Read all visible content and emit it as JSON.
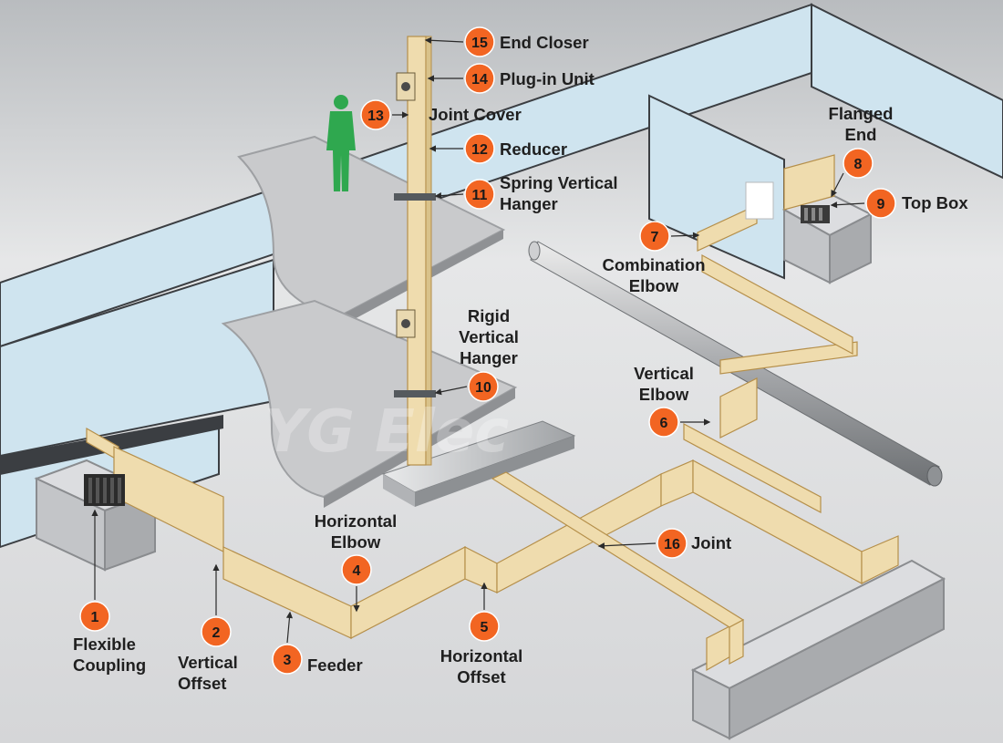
{
  "colors": {
    "background": "#d9dadc",
    "wall": "#cfe4ef",
    "wall_edge": "#3b3e42",
    "floor_slab": "#c9cacc",
    "busway": "#efdcae",
    "busway_edge": "#b58f4a",
    "pipe": "#a9abae",
    "plinth": "#c3c5c8",
    "marker": "#f26522",
    "person": "#2fa84f"
  },
  "watermark": {
    "text": "YG Elec"
  },
  "components": [
    {
      "number": "1",
      "label": "Flexible\nCoupling",
      "icon": "flexible-coupling"
    },
    {
      "number": "2",
      "label": "Vertical\nOffset"
    },
    {
      "number": "3",
      "label": "Feeder"
    },
    {
      "number": "4",
      "label": "Horizontal\nElbow"
    },
    {
      "number": "5",
      "label": "Horizontal\nOffset"
    },
    {
      "number": "6",
      "label": "Vertical\nElbow"
    },
    {
      "number": "7",
      "label": "Combination\nElbow"
    },
    {
      "number": "8",
      "label": "Flanged\nEnd"
    },
    {
      "number": "9",
      "label": "Top Box"
    },
    {
      "number": "10",
      "label": "Rigid\nVertical\nHanger"
    },
    {
      "number": "11",
      "label": "Spring Vertical\nHanger"
    },
    {
      "number": "12",
      "label": "Reducer"
    },
    {
      "number": "13",
      "label": "Joint Cover"
    },
    {
      "number": "14",
      "label": "Plug-in Unit"
    },
    {
      "number": "15",
      "label": "End Closer"
    },
    {
      "number": "16",
      "label": "Joint"
    }
  ]
}
